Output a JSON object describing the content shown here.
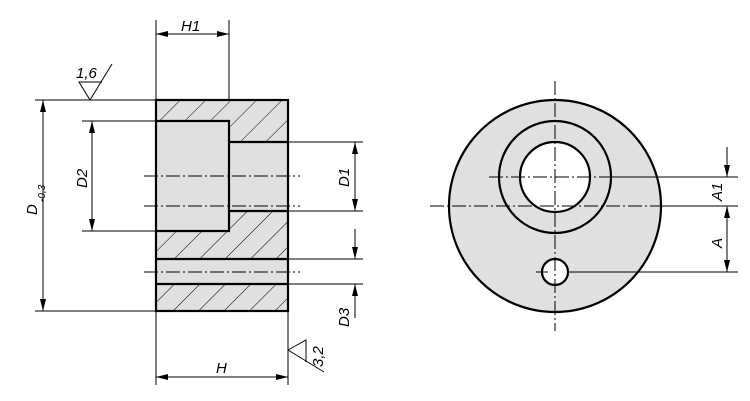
{
  "labels": {
    "h1": "H1",
    "h": "H",
    "d": "D",
    "d_tol": "-0,3",
    "d1": "D1",
    "d2": "D2",
    "d3": "D3",
    "a": "A",
    "a1": "A1",
    "roughness_top": "1,6",
    "roughness_side": "3,2"
  },
  "colors": {
    "fill": "#e0e0e0",
    "line": "#000000"
  }
}
